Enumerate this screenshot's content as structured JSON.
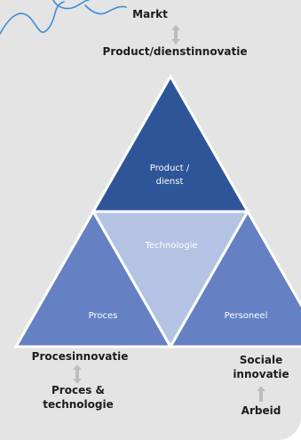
{
  "top": {
    "markt": "Markt",
    "product_innovatie": "Product/dienstinnovatie"
  },
  "triangles": {
    "top_line1": "Product /",
    "top_line2": "dienst",
    "center": "Technologie",
    "left": "Proces",
    "right": "Personeel"
  },
  "bottom_left": {
    "title": "Procesinnovatie",
    "line1": "Proces &",
    "line2": "technologie"
  },
  "bottom_right": {
    "line1": "Sociale",
    "line2": "innovatie",
    "label": "Arbeid"
  },
  "colors": {
    "top_triangle": "#2e5597",
    "side_triangles": "#6581c4",
    "center_triangle": "#b4c3e4",
    "deco_line": "#3d8fd6",
    "arrow": "#bdbdbd"
  }
}
